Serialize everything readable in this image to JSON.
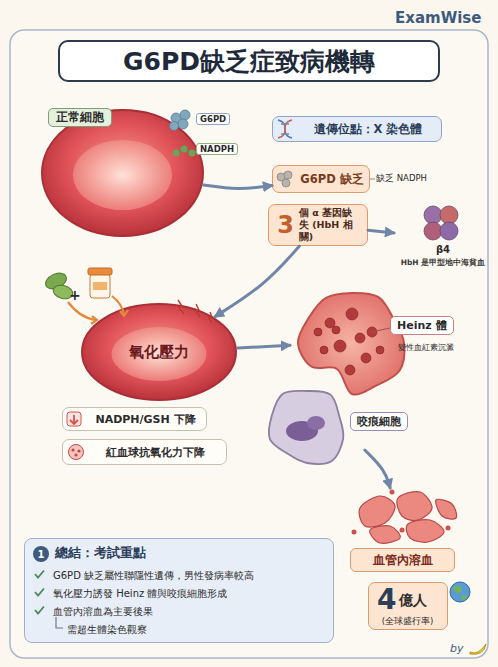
{
  "diagram": {
    "title": "G6PD缺乏症致病機轉",
    "nodes": [
      {
        "text": [
          "正常細胞"
        ]
      },
      {
        "text": [
          "遺傳位點：X 染色體"
        ]
      },
      {
        "text": [
          "G6PD 缺乏"
        ]
      },
      {
        "text": [
          "3",
          "個 α 基因缺失 (HbH 相關)"
        ]
      },
      {
        "text": [
          "β4",
          "HbH 是甲型地中海貧血"
        ]
      },
      {
        "text": [
          "氧化壓力"
        ]
      },
      {
        "text": [
          "NADPH/GSH 下降"
        ]
      },
      {
        "text": [
          "紅血球抗氧化力下降"
        ]
      },
      {
        "text": [
          "Heinz 體",
          "變性血紅素沉澱"
        ]
      },
      {
        "text": [
          "咬痕細胞"
        ]
      },
      {
        "text": [
          "血管內溶血"
        ]
      },
      {
        "text": [
          "4",
          "億人",
          "(全球盛行率)"
        ]
      },
      {
        "text": [
          "1",
          "總結：考試重點",
          "G6PD 缺乏屬性聯隱性遺傳，男性發病率較高",
          "氧化壓力誘發 Heinz 體與咬痕細胞形成",
          "血管內溶血為主要後果",
          "需超生體染色觀察"
        ]
      }
    ],
    "edges": [
      {
        "from": 0,
        "to": 2,
        "arrow": "to"
      },
      {
        "from": 3,
        "to": 4,
        "arrow": "to"
      },
      {
        "from": 3,
        "to": 5,
        "arrow": "to"
      },
      {
        "from": 5,
        "to": 8,
        "arrow": "to"
      },
      {
        "from": 9,
        "to": 10,
        "arrow": "to"
      }
    ],
    "labels": [
      "ExamWise",
      "G6PD",
      "NADPH",
      "缺乏 NADPH",
      "+",
      "by"
    ]
  }
}
